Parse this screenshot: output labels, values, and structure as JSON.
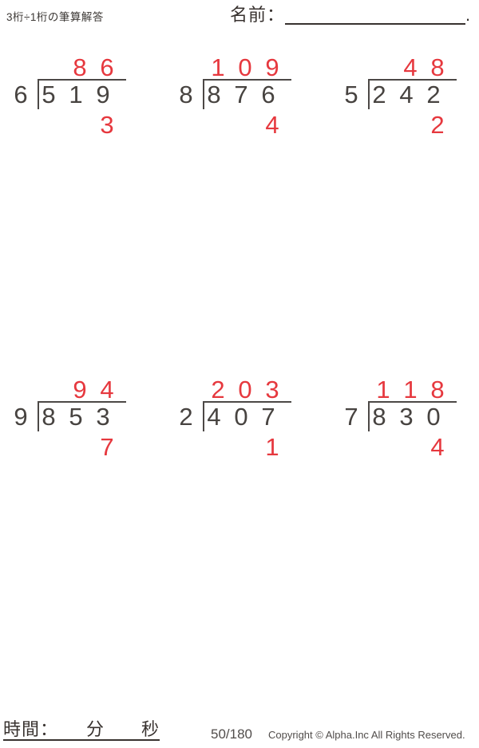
{
  "header": {
    "title": "3桁÷1桁の筆算解答",
    "name_label": "名前：",
    "name_suffix": "."
  },
  "problems": [
    {
      "divisor": "6",
      "dividend": [
        "5",
        "1",
        "9"
      ],
      "quotient": [
        "",
        "8",
        "6"
      ],
      "remainder": "3"
    },
    {
      "divisor": "8",
      "dividend": [
        "8",
        "7",
        "6"
      ],
      "quotient": [
        "1",
        "0",
        "9"
      ],
      "remainder": "4"
    },
    {
      "divisor": "5",
      "dividend": [
        "2",
        "4",
        "2"
      ],
      "quotient": [
        "",
        "4",
        "8"
      ],
      "remainder": "2"
    },
    {
      "divisor": "9",
      "dividend": [
        "8",
        "5",
        "3"
      ],
      "quotient": [
        "",
        "9",
        "4"
      ],
      "remainder": "7"
    },
    {
      "divisor": "2",
      "dividend": [
        "4",
        "0",
        "7"
      ],
      "quotient": [
        "2",
        "0",
        "3"
      ],
      "remainder": "1"
    },
    {
      "divisor": "7",
      "dividend": [
        "8",
        "3",
        "0"
      ],
      "quotient": [
        "1",
        "1",
        "8"
      ],
      "remainder": "4"
    }
  ],
  "footer": {
    "time_label": "時間：　　分　　秒",
    "page_number": "50/180",
    "copyright": "Copyright © Alpha.Inc All Rights Reserved."
  },
  "colors": {
    "accent_red": "#e6383e",
    "ink": "#474340",
    "line": "#4c4846"
  }
}
